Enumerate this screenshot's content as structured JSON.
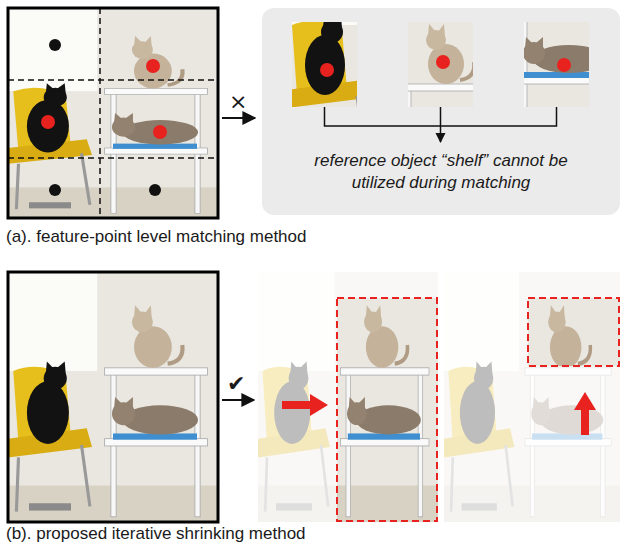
{
  "diagram": {
    "nodes": [
      {
        "text": [
          "reference object “shelf” cannot be utilized during matching"
        ]
      }
    ],
    "labels": [
      "×",
      "(a). feature-point level matching method",
      "✔",
      "(b). proposed iterative shrinking method"
    ]
  }
}
